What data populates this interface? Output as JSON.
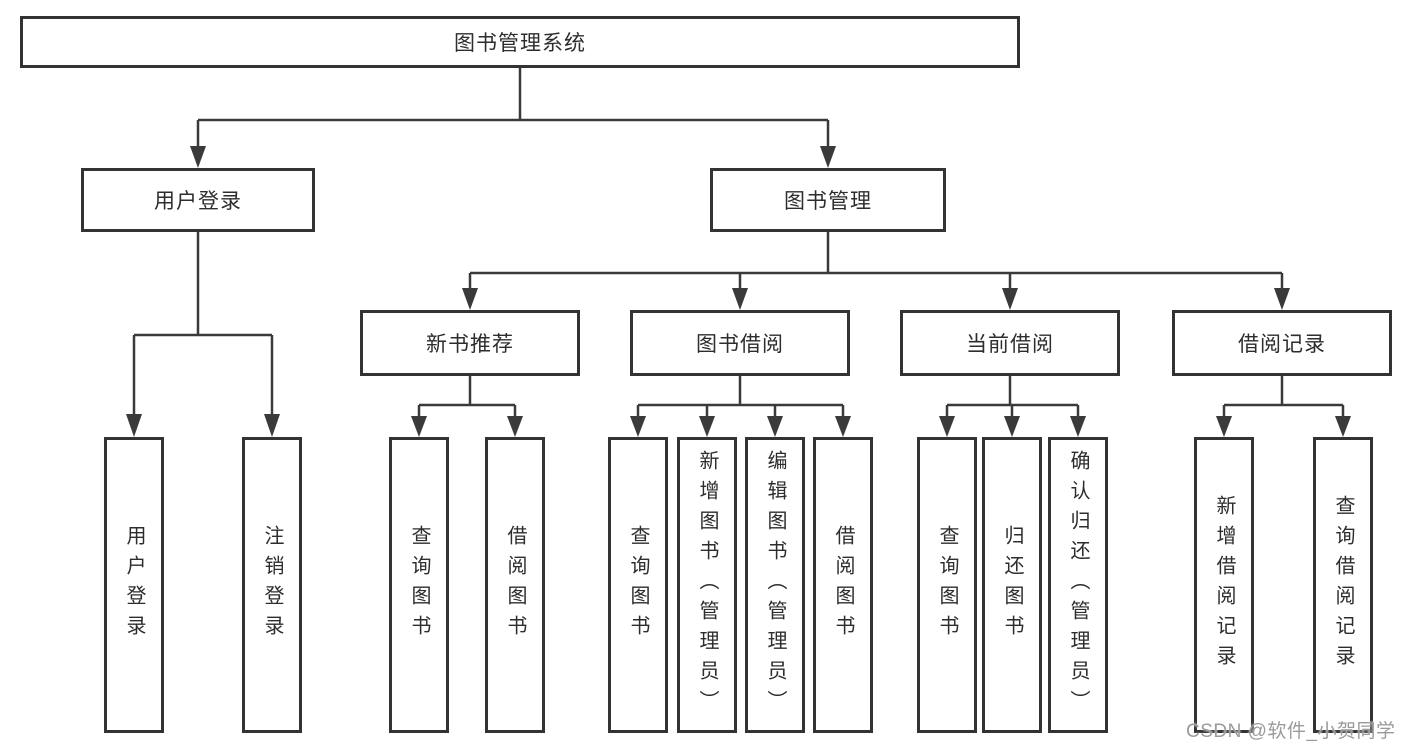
{
  "tree": {
    "root": {
      "label": "图书管理系统"
    },
    "branches": [
      {
        "label": "用户登录",
        "children": [
          {
            "label": "用户登录"
          },
          {
            "label": "注销登录"
          }
        ]
      },
      {
        "label": "图书管理",
        "children": [
          {
            "label": "新书推荐",
            "children": [
              {
                "label": "查询图书"
              },
              {
                "label": "借阅图书"
              }
            ]
          },
          {
            "label": "图书借阅",
            "children": [
              {
                "label": "查询图书"
              },
              {
                "label": "新增图书（管理员）"
              },
              {
                "label": "编辑图书（管理员）"
              },
              {
                "label": "借阅图书"
              }
            ]
          },
          {
            "label": "当前借阅",
            "children": [
              {
                "label": "查询图书"
              },
              {
                "label": "归还图书"
              },
              {
                "label": "确认归还（管理员）"
              }
            ]
          },
          {
            "label": "借阅记录",
            "children": [
              {
                "label": "新增借阅记录"
              },
              {
                "label": "查询借阅记录"
              }
            ]
          }
        ]
      }
    ]
  },
  "watermark": {
    "text": "CSDN @软件_小贺同学"
  },
  "colors": {
    "line": "#3a3a3a",
    "box_border": "#333333",
    "text": "#2d2d2d",
    "background": "#ffffff",
    "watermark": "#9b9b9b"
  }
}
